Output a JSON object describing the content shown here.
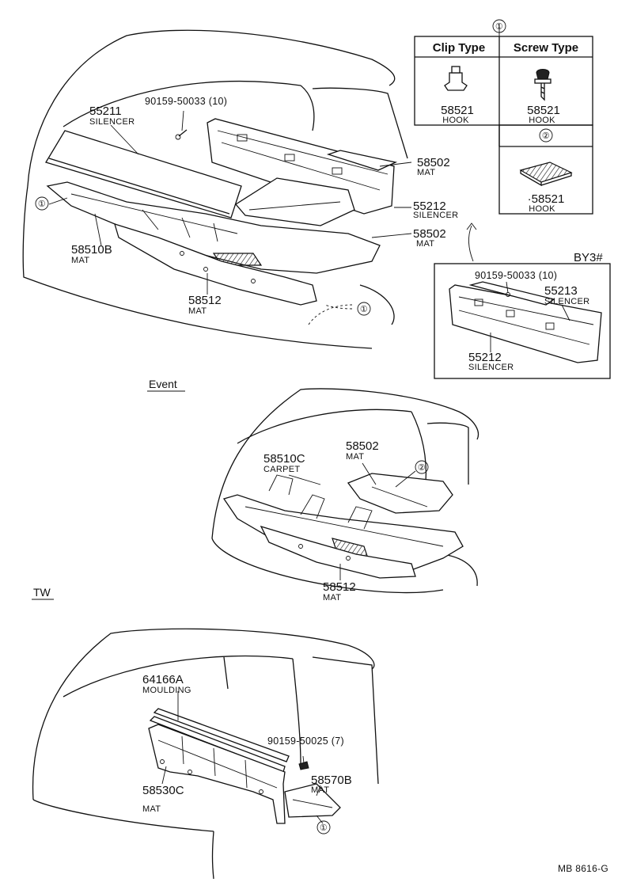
{
  "callouts": {
    "c1": "①",
    "c2": "②"
  },
  "detail_table": {
    "col1": "Clip Type",
    "col2": "Screw Type",
    "clip_part": "58521",
    "clip_name": "HOOK",
    "screw_part": "58521",
    "screw_name": "HOOK",
    "type2_part": "·58521",
    "type2_name": "HOOK"
  },
  "top_diagram": {
    "p1_num": "55211",
    "p1_name": "SILENCER",
    "p2_num": "90159-50033 (10)",
    "p3_num": "58502",
    "p3_name": "MAT",
    "p4_num": "55212",
    "p4_name": "SILENCER",
    "p5_num": "58502",
    "p5_name": "MAT",
    "p6_num": "58510B",
    "p6_name": "MAT",
    "p7_num": "58512",
    "p7_name": "MAT"
  },
  "by3_box": {
    "label": "BY3#",
    "p1_num": "90159-50033 (10)",
    "p2_num": "55213",
    "p2_name": "SILENCER",
    "p3_num": "55212",
    "p3_name": "SILENCER"
  },
  "event_section": {
    "label": "Event",
    "p1_num": "58510C",
    "p1_name": "CARPET",
    "p2_num": "58502",
    "p2_name": "MAT",
    "p3_num": "58512",
    "p3_name": "MAT"
  },
  "tw_section": {
    "label": "TW",
    "p1_num": "64166A",
    "p1_name": "MOULDING",
    "p2_num": "90159-50025 (7)",
    "p3_num": "58570B",
    "p3_name": "MAT",
    "p4_num": "58530C",
    "p4_name": "MAT"
  },
  "footer": {
    "code": "MB  8616-G"
  }
}
